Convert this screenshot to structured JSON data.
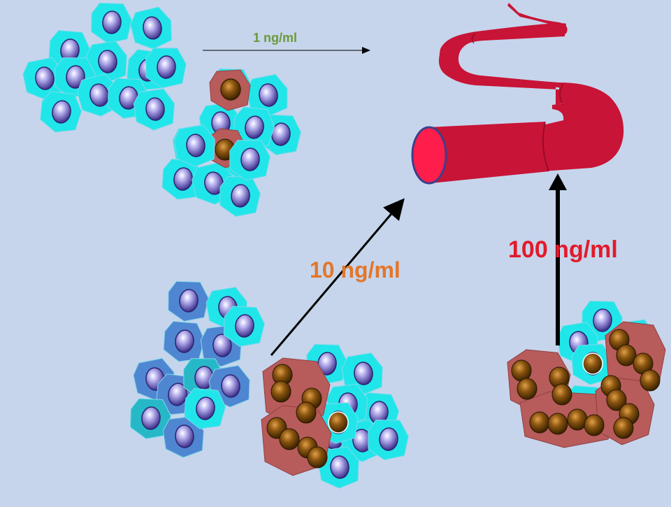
{
  "labels": {
    "one": "1 ng/ml",
    "ten": "10 ng/ml",
    "hundred": "100 ng/ml"
  },
  "colors": {
    "background": "#c6d5ec",
    "healthy_cell": "#20e6ea",
    "nucleus": "#6f62c8",
    "blue_cell": "#4f86d2",
    "tumor_cell": "#b75b5b",
    "tumor_nucleus": "#7a4a05",
    "vessel": "#c81436",
    "vessel_lumen": "#ff1e4b",
    "label_one": "#6b9a3a",
    "label_ten": "#e3762a",
    "label_hundred": "#e21a2a",
    "arrow": "#000000"
  },
  "icons": {
    "cell": "hexagonal-cell-icon",
    "vessel": "blood-vessel-icon",
    "arrow": "arrow-icon"
  }
}
